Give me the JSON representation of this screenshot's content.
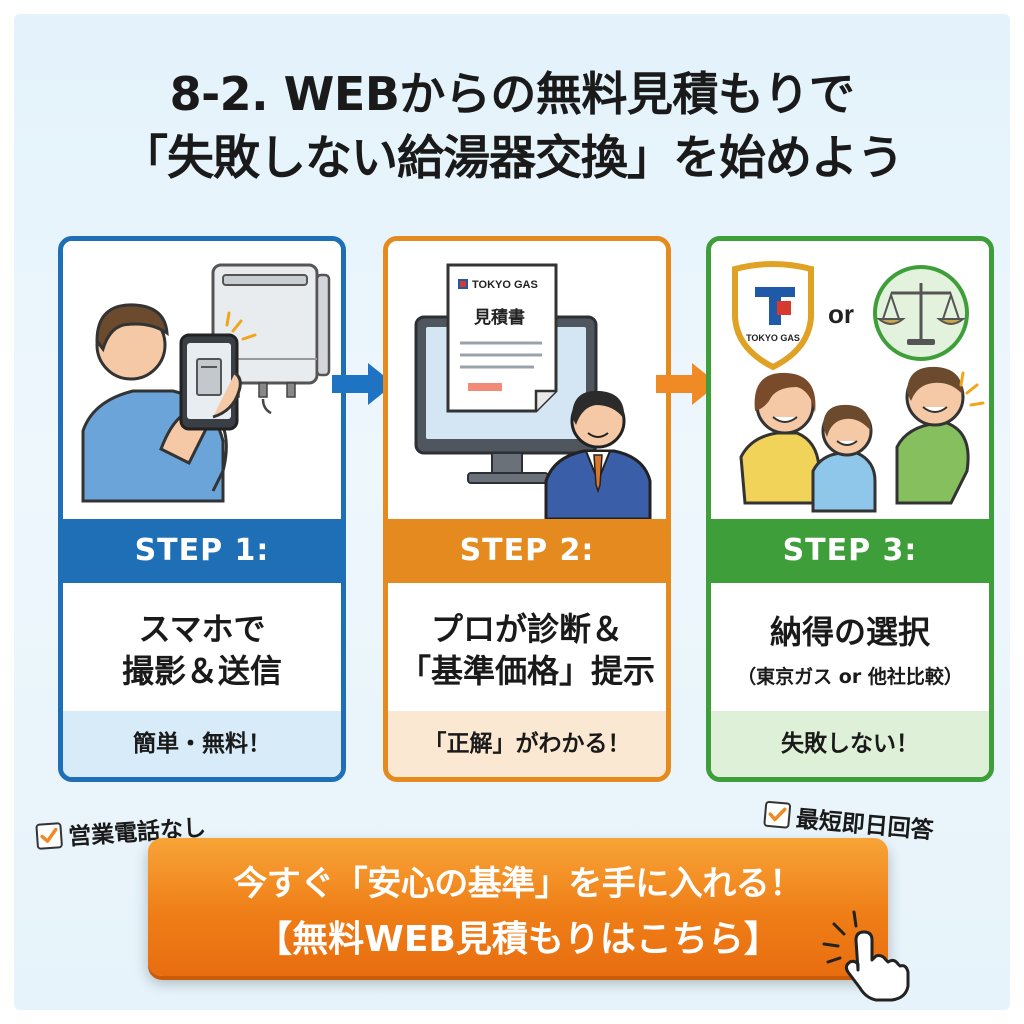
{
  "title": {
    "line1": "8-2. WEBからの無料見積もりで",
    "line2": "「失敗しない給湯器交換」を始めよう"
  },
  "steps": [
    {
      "step_label": "STEP 1:",
      "main_line1": "スマホで",
      "main_line2": "撮影＆送信",
      "sub": "",
      "footer": "簡単・無料！"
    },
    {
      "step_label": "STEP 2:",
      "main_line1": "プロが診断＆",
      "main_line2": "「基準価格」提示",
      "sub": "",
      "footer": "「正解」がわかる！"
    },
    {
      "step_label": "STEP 3:",
      "main_line1": "納得の選択",
      "main_line2": "",
      "sub": "（東京ガス or 他社比較）",
      "footer": "失敗しない！"
    }
  ],
  "illustrations": {
    "document_brand": "TOKYO GAS",
    "document_title": "見積書",
    "shield_brand": "TOKYO GAS",
    "or_text": "or"
  },
  "notes": {
    "left": "営業電話なし",
    "right": "最短即日回答"
  },
  "cta": {
    "line1": "今すぐ「安心の基準」を手に入れる！",
    "line2": "【無料WEB見積もりはこちら】"
  },
  "colors": {
    "step1": "#1e6fb5",
    "step2": "#e58a1f",
    "step3": "#3e9e3a",
    "cta": "#ef7e17"
  },
  "icons": [
    "water-heater-icon",
    "smartphone-icon",
    "monitor-icon",
    "estimate-document-icon",
    "shield-logo-icon",
    "balance-scale-icon",
    "arrow-right-icon",
    "checkbox-icon",
    "pointer-hand-icon"
  ]
}
